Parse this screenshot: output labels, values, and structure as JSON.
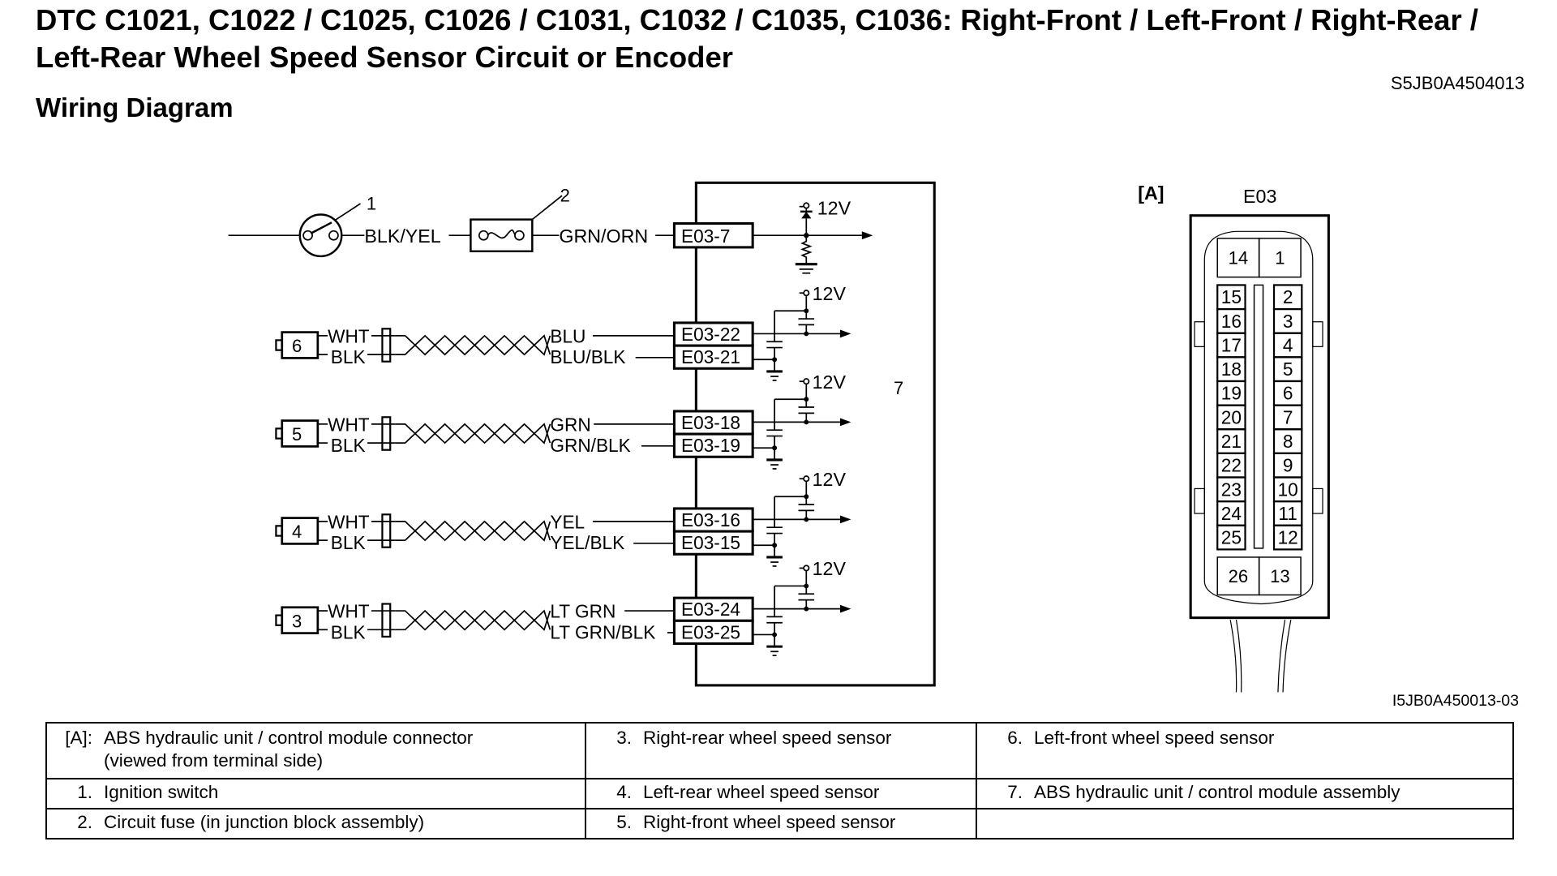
{
  "header": {
    "title": "DTC C1021, C1022 / C1025, C1026 / C1031, C1032 / C1035, C1036: Right-Front / Left-Front / Right-Rear / Left-Rear Wheel Speed Sensor Circuit or Encoder",
    "doc_id": "S5JB0A4504013",
    "section": "Wiring Diagram"
  },
  "diagram": {
    "figure_id": "I5JB0A450013-03",
    "ignition": {
      "callout": "1",
      "wire_out": "BLK/YEL"
    },
    "fuse": {
      "callout": "2",
      "wire_out": "GRN/ORN"
    },
    "power_terminal": "E03-7",
    "supply_label": "12V",
    "module_callout": "7",
    "sensors": [
      {
        "callout": "6",
        "pin_a": "WHT",
        "pin_b": "BLK",
        "wire_a": "BLU",
        "wire_b": "BLU/BLK",
        "term_a": "E03-22",
        "term_b": "E03-21"
      },
      {
        "callout": "5",
        "pin_a": "WHT",
        "pin_b": "BLK",
        "wire_a": "GRN",
        "wire_b": "GRN/BLK",
        "term_a": "E03-18",
        "term_b": "E03-19"
      },
      {
        "callout": "4",
        "pin_a": "WHT",
        "pin_b": "BLK",
        "wire_a": "YEL",
        "wire_b": "YEL/BLK",
        "term_a": "E03-16",
        "term_b": "E03-15"
      },
      {
        "callout": "3",
        "pin_a": "WHT",
        "pin_b": "BLK",
        "wire_a": "LT GRN",
        "wire_b": "LT GRN/BLK",
        "term_a": "E03-24",
        "term_b": "E03-25"
      }
    ],
    "connector": {
      "label": "[A]",
      "name": "E03",
      "top_pins": [
        "14",
        "1"
      ],
      "left_pins": [
        "15",
        "16",
        "17",
        "18",
        "19",
        "20",
        "21",
        "22",
        "23",
        "24",
        "25"
      ],
      "right_pins": [
        "2",
        "3",
        "4",
        "5",
        "6",
        "7",
        "8",
        "9",
        "10",
        "11",
        "12"
      ],
      "bottom_pins": [
        "26",
        "13"
      ]
    }
  },
  "legend": {
    "rows": [
      [
        {
          "num": "[A]:",
          "text": "ABS hydraulic unit / control module connector",
          "text2": "(viewed from terminal side)"
        },
        {
          "num": "3.",
          "text": "Right-rear wheel speed sensor",
          "text2": ""
        },
        {
          "num": "6.",
          "text": "Left-front wheel speed sensor",
          "text2": ""
        }
      ],
      [
        {
          "num": "1.",
          "text": "Ignition switch",
          "text2": ""
        },
        {
          "num": "4.",
          "text": "Left-rear wheel speed sensor",
          "text2": ""
        },
        {
          "num": "7.",
          "text": "ABS hydraulic unit / control module assembly",
          "text2": ""
        }
      ],
      [
        {
          "num": "2.",
          "text": "Circuit fuse (in junction block assembly)",
          "text2": ""
        },
        {
          "num": "5.",
          "text": "Right-front wheel speed sensor",
          "text2": ""
        },
        {
          "num": "",
          "text": "",
          "text2": ""
        }
      ]
    ]
  }
}
